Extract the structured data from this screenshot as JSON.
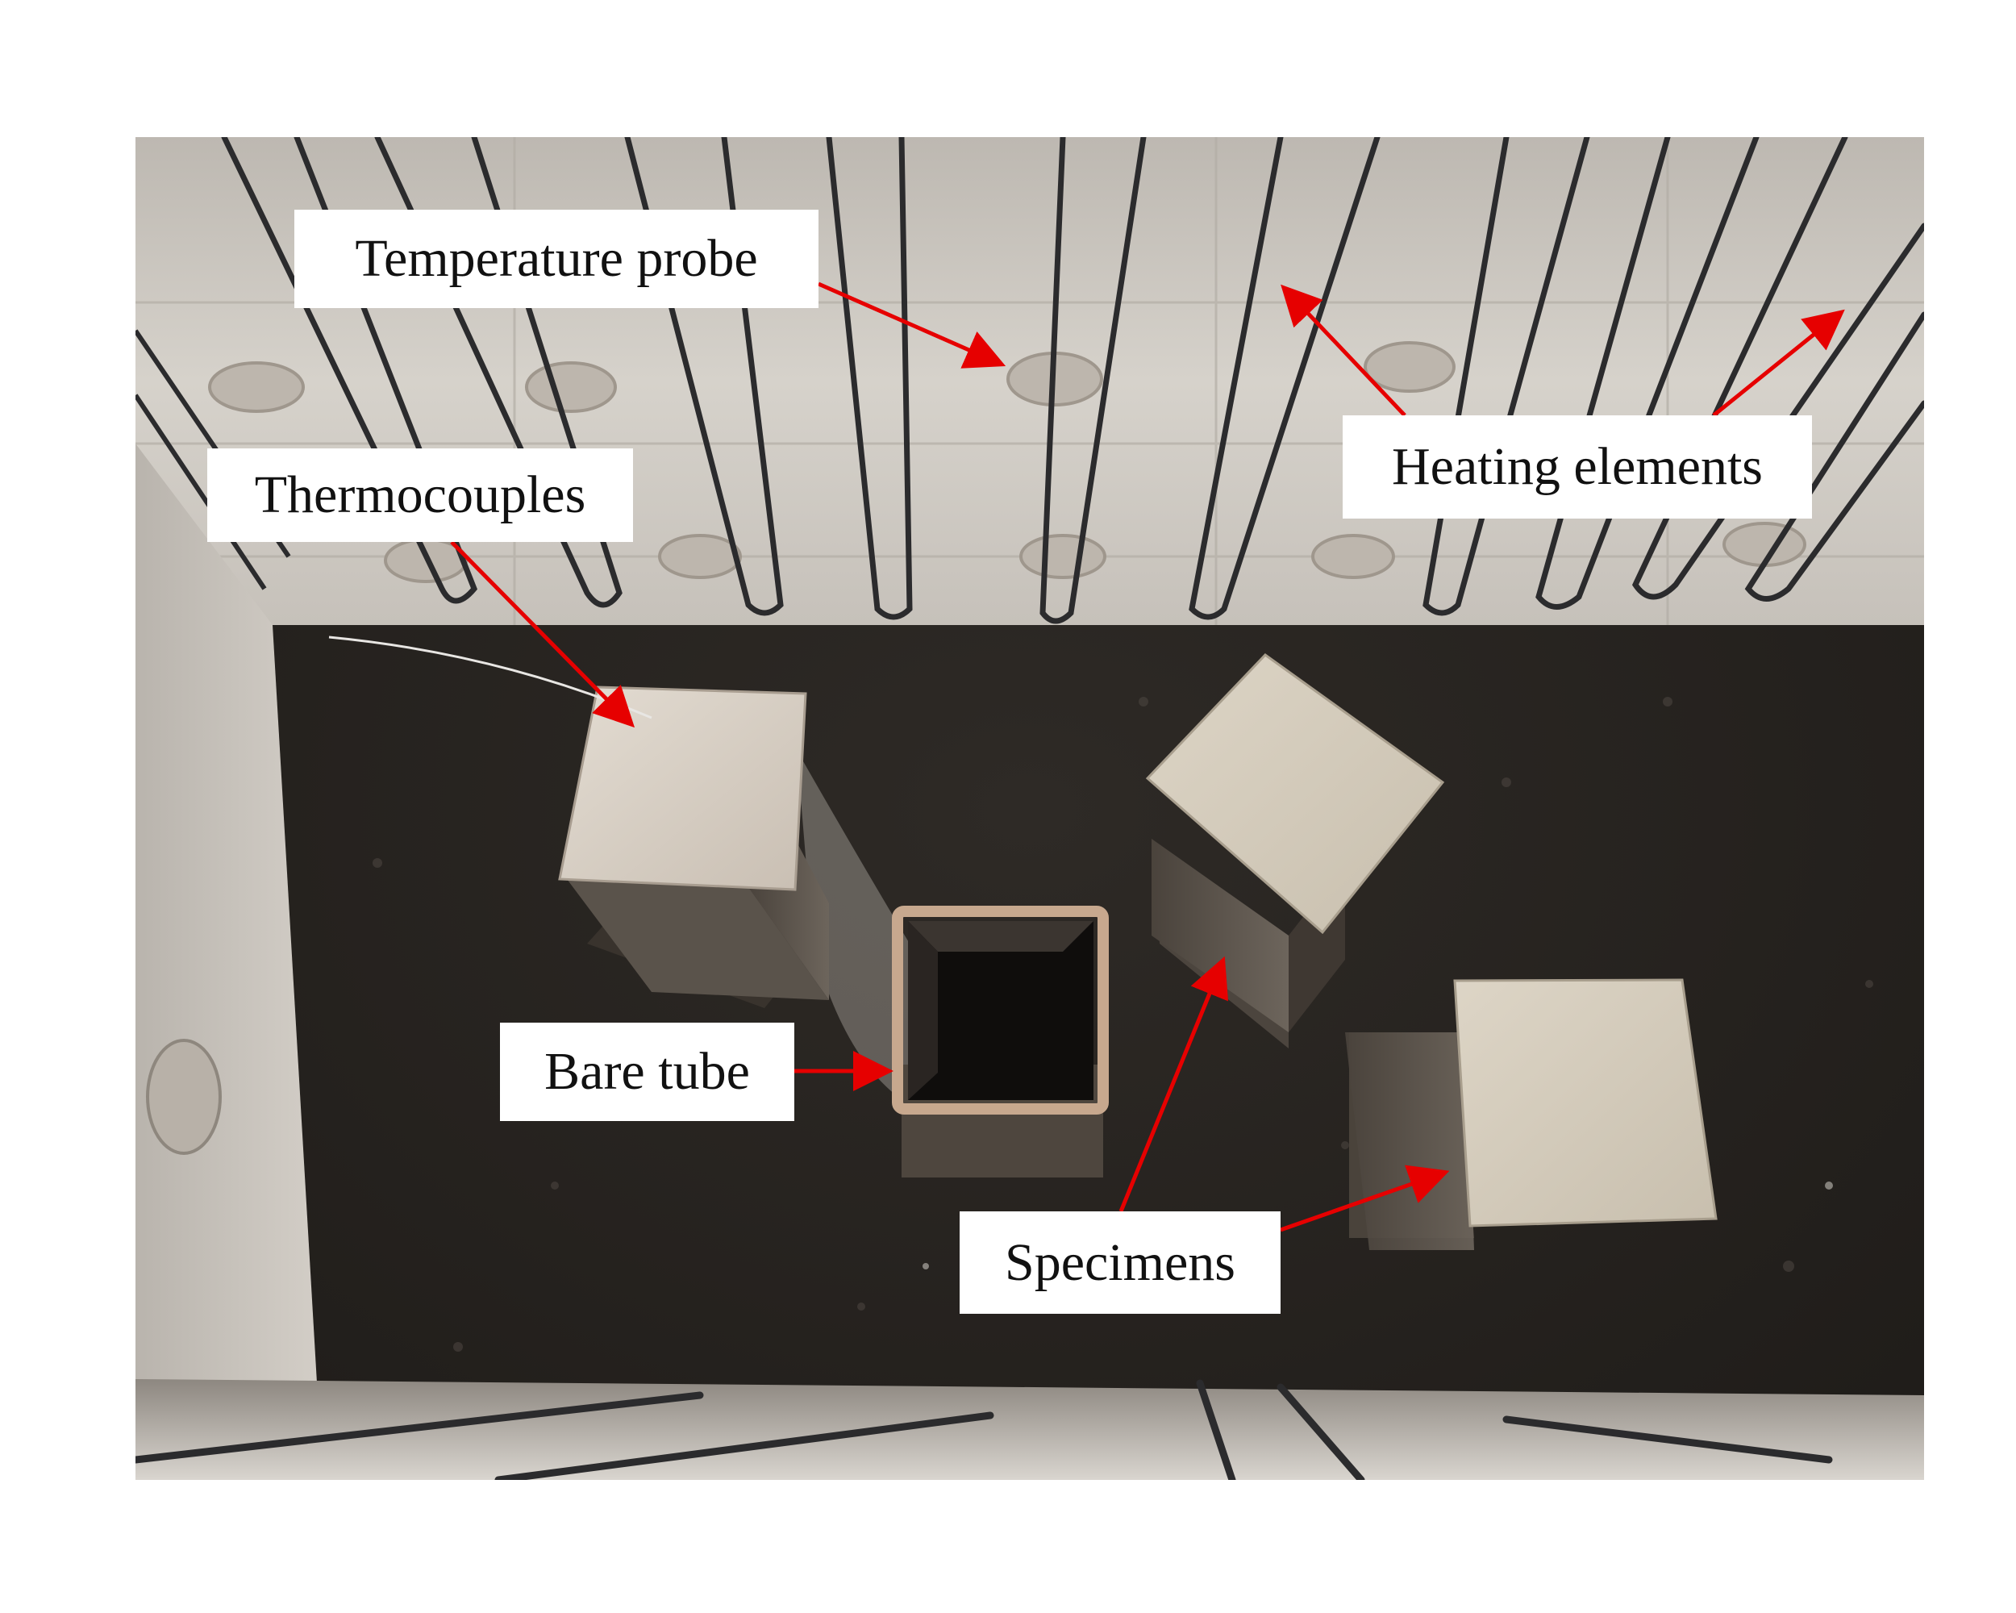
{
  "figure": {
    "labels": {
      "temperature_probe": "Temperature probe",
      "heating_elements": "Heating elements",
      "thermocouples": "Thermocouples",
      "bare_tube": "Bare tube",
      "specimens": "Specimens"
    },
    "colors": {
      "arrow": "#e60000",
      "label_bg": "#ffffff",
      "furnace_wall": "#cfcac4",
      "furnace_floor": "#2a2622",
      "specimen_top": "#d8d0c2",
      "steel_tube": "#5a5048"
    }
  }
}
